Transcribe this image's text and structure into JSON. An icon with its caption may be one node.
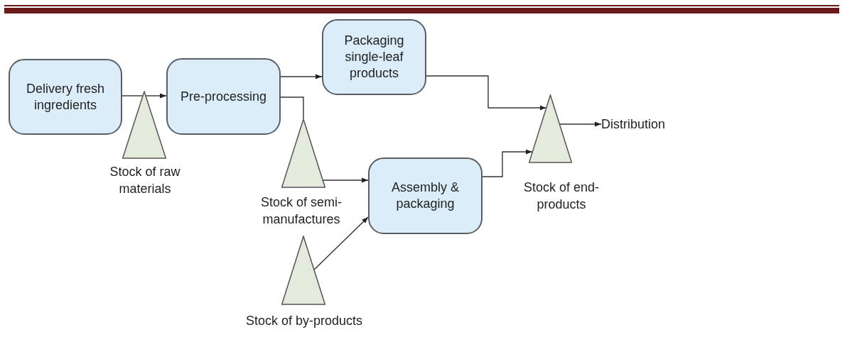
{
  "diagram": {
    "nodes": [
      {
        "text": [
          "Delivery fresh ingredients"
        ]
      },
      {
        "text": [],
        "shape": "triangle",
        "beside": [
          "Stock of raw materials"
        ]
      },
      {
        "text": [
          "Pre-processing"
        ]
      },
      {
        "text": [
          "Packaging single-leaf products"
        ]
      },
      {
        "text": [],
        "shape": "triangle",
        "beside": [
          "Stock of semi- manufactures"
        ]
      },
      {
        "text": [
          "Assembly & packaging"
        ]
      },
      {
        "text": [],
        "shape": "triangle",
        "beside": [
          "Stock of by-products"
        ]
      },
      {
        "text": [],
        "shape": "triangle",
        "beside": [
          "Stock of end-products"
        ]
      },
      {
        "text": [
          "Distribution"
        ]
      }
    ],
    "edges": [
      {
        "from": 0,
        "to": 1,
        "arrow": "none"
      },
      {
        "from": 1,
        "to": 2,
        "arrow": "to"
      },
      {
        "from": 2,
        "to": 3,
        "arrow": "to"
      },
      {
        "from": 2,
        "to": 4,
        "arrow": "none"
      },
      {
        "from": 4,
        "to": 5,
        "arrow": "to"
      },
      {
        "from": 6,
        "to": 5,
        "arrow": "to"
      },
      {
        "from": 3,
        "to": 7,
        "arrow": "to"
      },
      {
        "from": 5,
        "to": 7,
        "arrow": "to"
      },
      {
        "from": 7,
        "to": 8,
        "arrow": "to"
      }
    ]
  }
}
